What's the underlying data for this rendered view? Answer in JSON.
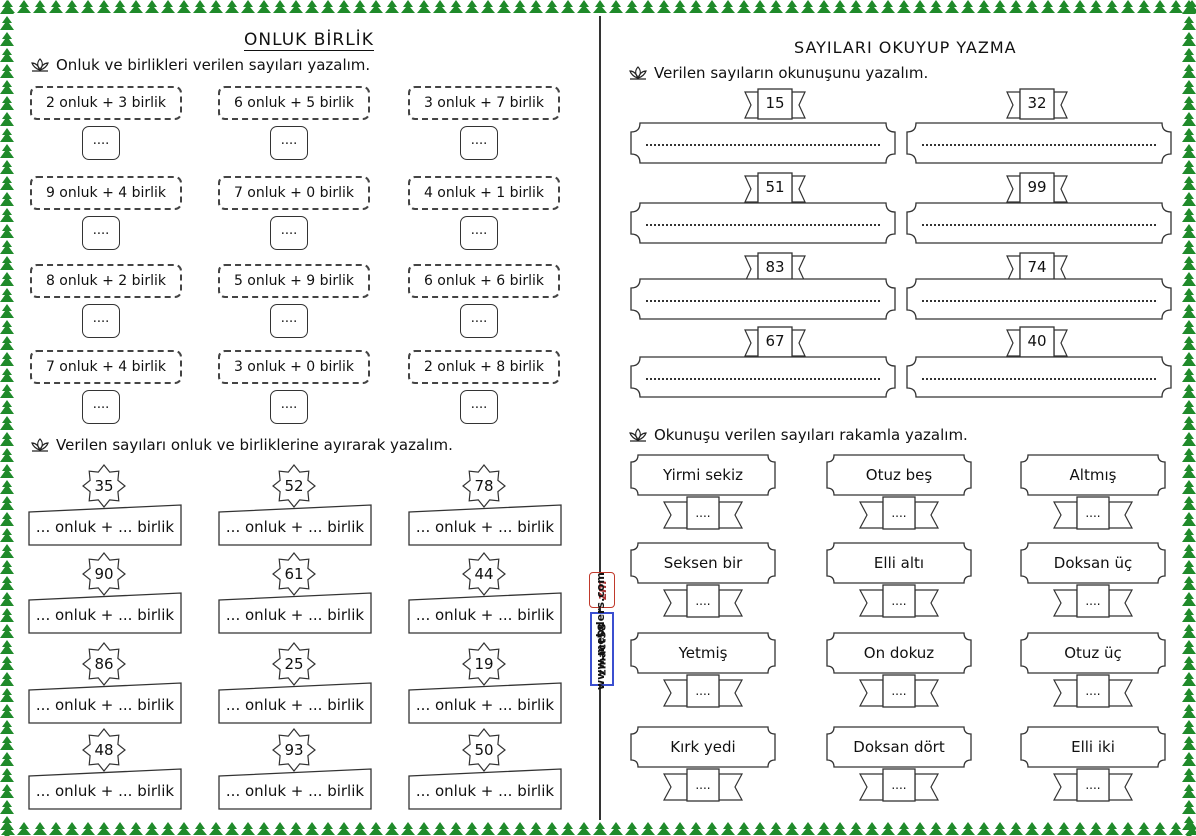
{
  "left": {
    "title": "ONLUK  BİRLİK",
    "instruction1": "Onluk ve birlikleri verilen sayıları yazalım.",
    "instruction2": "Verilen  sayıları onluk ve birliklerine ayırarak yazalım.",
    "answer_placeholder": "....",
    "onluk_birlik_items": [
      "2 onluk + 3 birlik",
      "6 onluk + 5 birlik",
      "3 onluk + 7 birlik",
      "9 onluk + 4 birlik",
      "7 onluk + 0 birlik",
      "4 onluk + 1 birlik",
      "8 onluk + 2 birlik",
      "5 onluk + 9 birlik",
      "6 onluk + 6 birlik",
      "7 onluk + 4 birlik",
      "3 onluk + 0 birlik",
      "2 onluk + 8 birlik"
    ],
    "split_numbers": [
      "35",
      "52",
      "78",
      "90",
      "61",
      "44",
      "86",
      "25",
      "19",
      "48",
      "93",
      "50"
    ],
    "split_template": "... onluk + ... birlik"
  },
  "right": {
    "title": "SAYILARI  OKUYUP  YAZMA",
    "instruction1": "Verilen sayıların okunuşunu yazalım.",
    "instruction2": "Okunuşu verilen sayıları rakamla yazalım.",
    "read_numbers": [
      "15",
      "32",
      "51",
      "99",
      "83",
      "74",
      "67",
      "40"
    ],
    "words": [
      "Yirmi sekiz",
      "Otuz beş",
      "Altmış",
      "Seksen  bir",
      "Elli altı",
      "Doksan üç",
      "Yetmiş",
      "On dokuz",
      "Otuz üç",
      "Kırk yedi",
      "Doksan dört",
      "Elli iki"
    ],
    "answer_placeholder": "...."
  },
  "watermark": {
    "site": "www.mebders.com",
    "user": "zmact58",
    "logo": "zm"
  },
  "colors": {
    "border_green": "#1f8a2a",
    "watermark_blue": "#3b4fd0",
    "logo_red": "#c0392b"
  }
}
